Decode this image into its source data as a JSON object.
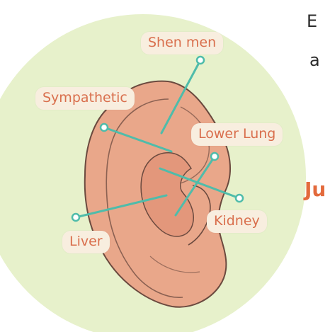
{
  "labels": {
    "shen_men": "Shen men",
    "sympathetic": "Sympathetic",
    "lower_lung": "Lower Lung",
    "kidney": "Kidney",
    "liver": "Liver"
  },
  "side_text": {
    "line1": "E",
    "line2": "a",
    "accent": "Ju"
  },
  "colors": {
    "circle_bg": "#e7f1cb",
    "ear_fill": "#e9a78a",
    "ear_stroke": "#6b4a3f",
    "pointer": "#4fbcaa",
    "label_bg": "#f8eedf",
    "label_text": "#d96f4d",
    "accent_text": "#e36a3c"
  }
}
